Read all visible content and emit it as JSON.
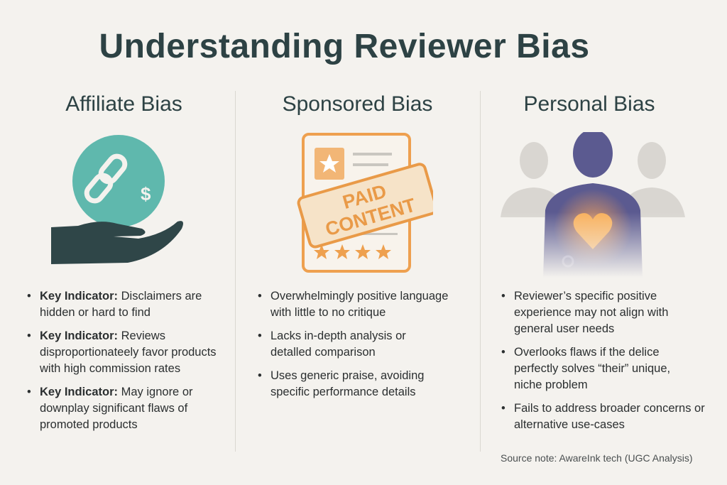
{
  "title": "Understanding Reviewer Bias",
  "columns": [
    {
      "heading": "Affiliate Bias",
      "icon": "hand-holding-link-dollar-icon",
      "bullets": [
        {
          "label": "Key Indicator:",
          "text": " Disclaimers are hidden or hard to find"
        },
        {
          "label": "Key Indicator:",
          "text": " Reviews disproportionateely favor products with high commission rates"
        },
        {
          "label": "Key Indicator:",
          "text": " May ignore or downplay significant flaws of promoted products"
        }
      ]
    },
    {
      "heading": "Sponsored Bias",
      "icon": "paid-content-review-card-icon",
      "stamp_line1": "PAID",
      "stamp_line2": "CONTENT",
      "bullets": [
        {
          "text": "Overwhelmingly positive language with little to no critique"
        },
        {
          "text": "Lacks in-depth analysis or detalled comparison"
        },
        {
          "text": "Uses generic praise, avoiding specific performance details"
        }
      ]
    },
    {
      "heading": "Personal Bias",
      "icon": "person-with-heart-icon",
      "bullets": [
        {
          "text": "Reviewer’s specific positive experience may not align with general user needs"
        },
        {
          "text": "Overlooks flaws if the delice perfectly solves “their” unique, niche problem"
        },
        {
          "text": "Fails to address broader concerns or alternative use-cases"
        }
      ]
    }
  ],
  "source_note": "Source note: AwareInk tech (UGC Analysis)",
  "colors": {
    "title": "#2d4244",
    "teal": "#5fb8ad",
    "orange": "#eea04f",
    "purple": "#5b5a90"
  }
}
